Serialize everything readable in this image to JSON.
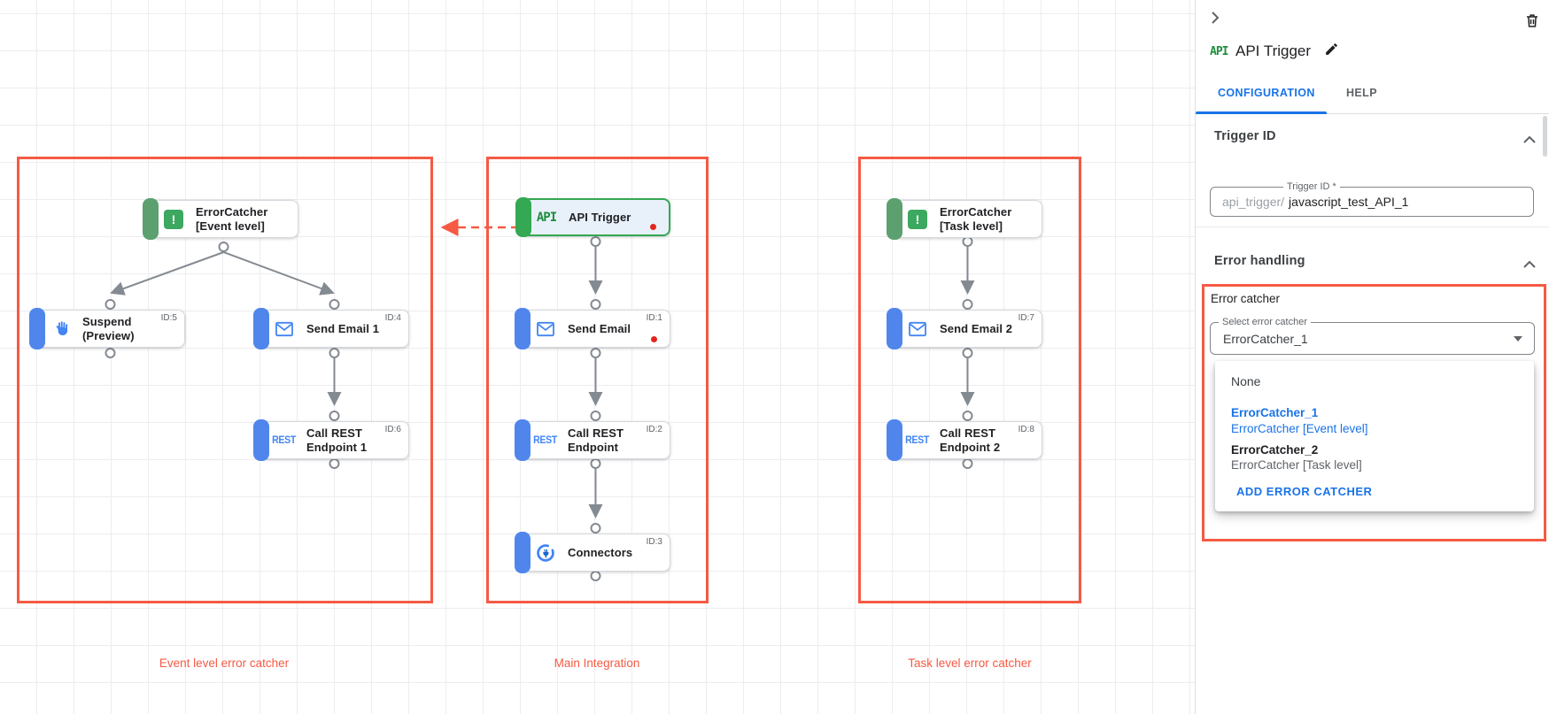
{
  "canvas": {
    "groups": {
      "event": {
        "caption": "Event level error catcher"
      },
      "main": {
        "caption": "Main Integration"
      },
      "task": {
        "caption": "Task level error catcher"
      }
    },
    "nodes": {
      "error_catcher_event": {
        "label": "ErrorCatcher\n[Event level]",
        "icon": "error-catcher",
        "icon_glyph": "!"
      },
      "suspend": {
        "label": "Suspend\n(Preview)",
        "id_label": "ID:5"
      },
      "send_email_1": {
        "label": "Send Email 1",
        "id_label": "ID:4"
      },
      "call_rest_1": {
        "label": "Call REST\nEndpoint 1",
        "id_label": "ID:6",
        "icon_text": "REST"
      },
      "api_trigger": {
        "label": "API Trigger",
        "icon_text": "API",
        "has_error_dot": true
      },
      "send_email": {
        "label": "Send Email",
        "id_label": "ID:1",
        "has_error_dot": true
      },
      "call_rest": {
        "label": "Call REST\nEndpoint",
        "id_label": "ID:2",
        "icon_text": "REST"
      },
      "connectors": {
        "label": "Connectors",
        "id_label": "ID:3"
      },
      "error_catcher_task": {
        "label": "ErrorCatcher\n[Task level]",
        "icon": "error-catcher",
        "icon_glyph": "!"
      },
      "send_email_2": {
        "label": "Send Email 2",
        "id_label": "ID:7"
      },
      "call_rest_2": {
        "label": "Call REST\nEndpoint 2",
        "id_label": "ID:8",
        "icon_text": "REST"
      }
    }
  },
  "panel": {
    "title": "API Trigger",
    "title_icon_text": "API",
    "tabs": {
      "configuration": "CONFIGURATION",
      "help": "HELP"
    },
    "sections": {
      "trigger_id": "Trigger ID",
      "error_handling": "Error handling"
    },
    "trigger_id_field": {
      "label": "Trigger ID *",
      "prefix": "api_trigger/",
      "value": "javascript_test_API_1"
    },
    "error_catcher_label": "Error catcher",
    "select_error_catcher": {
      "label": "Select error catcher",
      "value": "ErrorCatcher_1"
    },
    "dropdown": {
      "none_label": "None",
      "option1": {
        "name": "ErrorCatcher_1",
        "desc": "ErrorCatcher [Event level]"
      },
      "option2": {
        "name": "ErrorCatcher_2",
        "desc": "ErrorCatcher [Task level]"
      },
      "add_button": "ADD ERROR CATCHER"
    }
  },
  "colors": {
    "annotation_red": "#f55a44",
    "error_dot_red": "#e2261d",
    "trigger_green": "#34a853",
    "catcher_tab_green": "#5ca06f",
    "catcher_icon_green": "#3da85f",
    "task_tab_blue": "#5086ec",
    "icon_blue": "#4285f4",
    "accent_blue": "#1a73e8",
    "trigger_node_bg": "#e8f1fa",
    "grid_line": "#ededf1"
  }
}
